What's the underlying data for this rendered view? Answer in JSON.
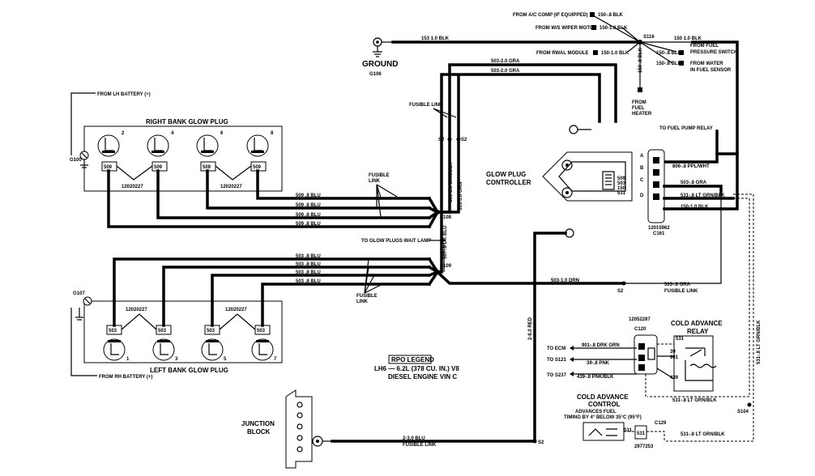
{
  "ground": {
    "title": "GROUND",
    "code": "G106",
    "wire": "153 1.0 BLK"
  },
  "splice_s116": {
    "label": "S116",
    "inputs": [
      {
        "text": "FROM A/C COMP (IF EQUIPPED)",
        "wire": "150-.8 BLK"
      },
      {
        "text": "FROM W/S WIPER MOTOR",
        "wire": "150-1.0 BLK"
      },
      {
        "text": "FROM RWAL MODULE",
        "wire": "150-1.0 BLK"
      }
    ],
    "outputs": [
      {
        "wire": "150 1.0 BLK",
        "text": ""
      },
      {
        "wire": "150-.8 BLK",
        "text": "FROM FUEL PRESSURE SWITCH"
      },
      {
        "wire": "150-.8 BLK",
        "text": "FROM WATER IN FUEL SENSOR"
      }
    ],
    "heater_wire": "150-.8 BLK",
    "heater_text": "FROM FUEL HEATER"
  },
  "right_bank": {
    "title": "RIGHT BANK GLOW PLUG",
    "from_battery": "FROM LH BATTERY (+)",
    "ground_code": "G100",
    "plugs": [
      "2",
      "4",
      "6",
      "8"
    ],
    "connector": "509",
    "part_numbers": [
      "12020227",
      "12020227"
    ]
  },
  "left_bank": {
    "title": "LEFT BANK GLOW PLUG",
    "from_battery": "FROM RH BATTERY (+)",
    "ground_code": "G107",
    "plugs": [
      "1",
      "3",
      "5",
      "7"
    ],
    "connector": "503",
    "part_numbers": [
      "12020227",
      "12020227"
    ]
  },
  "wires": {
    "right": [
      "509 .8 BLU",
      "509 .8 BLU",
      "509 .8 BLU",
      "509 .8 BLU"
    ],
    "left": [
      "503 .8 BLU",
      "503 .8 BLU",
      "503 .8 BLU",
      "503 .8 BLU"
    ],
    "gra_top": "503-2.0 GRA",
    "gra_second": "503-2.0 GRA",
    "orn_wire": "509-5.0 ORN/BLK",
    "orn_wire2": "503-5.0 ORN",
    "pnk_wire": "507-.8 DK BLU",
    "drn_wire": "503-1.0 DRN",
    "gra_bottom": "503-.8 GRA",
    "red_wire": "2-8.0 RED",
    "lt_grn_blk": "531-.8 LT GRN/BLK",
    "junction_wire": "2-3.0 BLU"
  },
  "splices": {
    "s2a": "S2",
    "s2b": "S2",
    "s108": "S108",
    "s109": "S109",
    "s2c": "S2",
    "s104": "S104",
    "s2d": "S2"
  },
  "fusible_link": "FUSIBLE LINK",
  "fusible_link_short": "FUSIBLE LINK",
  "glow_plug_wait_lamp": "TO GLOW PLUGS WAIT LAMP",
  "controller": {
    "title": "GLOW PLUG CONTROLLER",
    "pins": [
      "509",
      "503",
      "150",
      "531"
    ]
  },
  "fuel_pump": {
    "text": "TO FUEL PUMP RELAY",
    "connector_code": "12015962",
    "connector_id": "C161",
    "pins": [
      "A",
      "B",
      "C",
      "D"
    ],
    "wires": [
      "806-.8 PPL/WHT",
      "503-.8 GRA",
      "531-.8 LT GRN/BLK",
      "150-1.0 BLK"
    ]
  },
  "rpo": {
    "title": "RPO LEGEND",
    "lines": [
      "LH6 — 6.2L (378 CU. IN.) V8",
      "DIESEL ENGINE VIN C"
    ]
  },
  "cold_relay": {
    "title": "COLD ADVANCE RELAY",
    "connector_code": "12052287",
    "connector_id": "C120",
    "wires": [
      "901-.8 DRK GRN",
      "39-.8 PNK",
      "439-.8 PNK/BLK"
    ],
    "targets": [
      "TO ECM",
      "TO S121",
      "TO S237"
    ],
    "pins": [
      "531",
      "39",
      "901",
      "439"
    ]
  },
  "cold_control": {
    "title": "COLD ADVANCE CONTROL",
    "note": "ADVANCES FUEL TIMING BY 4° BELOW 35°C (95°F)",
    "connector_code": "2977253",
    "connector_id": "C129",
    "pin": "531"
  },
  "junction": {
    "title": "JUNCTION BLOCK"
  }
}
